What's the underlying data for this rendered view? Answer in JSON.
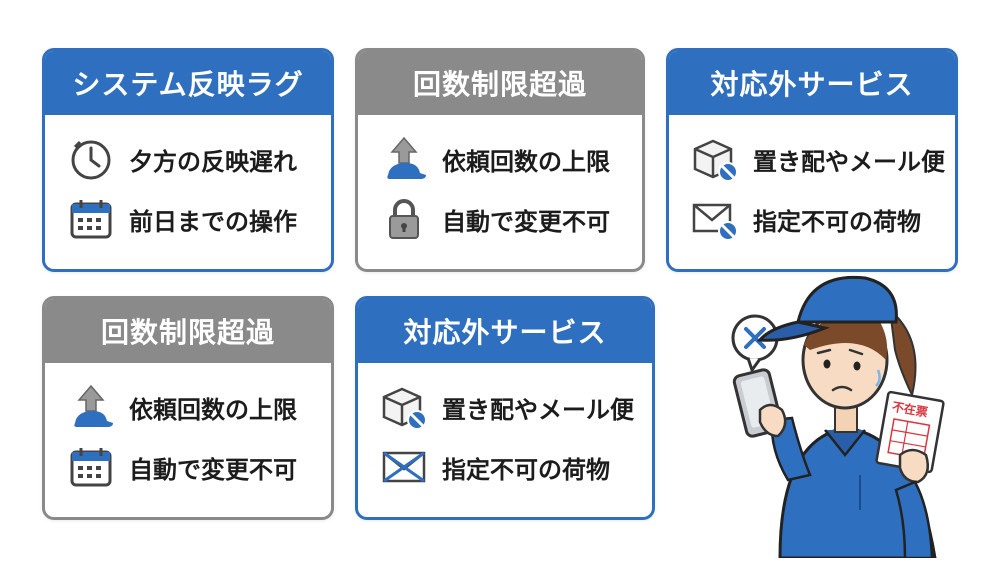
{
  "colors": {
    "blue": "#2f6fbf",
    "gray": "#8a8a8a",
    "text": "#1c1c1c"
  },
  "cards": [
    {
      "title": "システム反映ラグ",
      "theme": "blue",
      "items": [
        {
          "icon": "clock-icon",
          "label": "夕方の反映遅れ"
        },
        {
          "icon": "calendar-icon",
          "label": "前日までの操作"
        }
      ]
    },
    {
      "title": "回数制限超過",
      "theme": "gray",
      "items": [
        {
          "icon": "cap-arrow-up-icon",
          "label": "依頼回数の上限"
        },
        {
          "icon": "padlock-icon",
          "label": "自動で変更不可"
        }
      ]
    },
    {
      "title": "対応外サービス",
      "theme": "blue",
      "items": [
        {
          "icon": "box-prohibited-icon",
          "label": "置き配やメール便"
        },
        {
          "icon": "envelope-prohibited-icon",
          "label": "指定不可の荷物"
        }
      ]
    },
    {
      "title": "回数制限超過",
      "theme": "gray",
      "items": [
        {
          "icon": "cap-arrow-up-icon",
          "label": "依頼回数の上限"
        },
        {
          "icon": "calendar-icon",
          "label": "自動で変更不可"
        }
      ]
    },
    {
      "title": "対応外サービス",
      "theme": "blue",
      "items": [
        {
          "icon": "box-prohibited-icon",
          "label": "置き配やメール便"
        },
        {
          "icon": "envelope-crossed-icon",
          "label": "指定不可の荷物"
        }
      ]
    }
  ],
  "illustration": {
    "icon": "confused-delivery-worker-icon",
    "notice_label": "不在票"
  }
}
